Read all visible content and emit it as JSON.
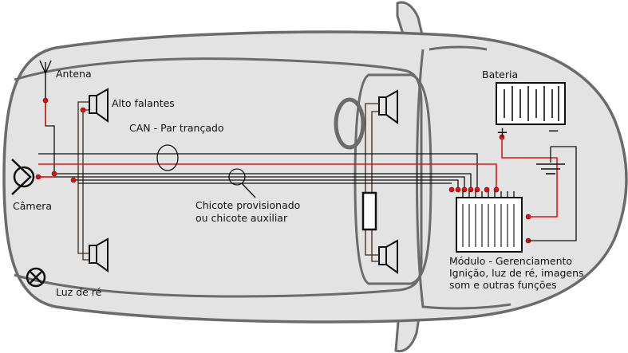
{
  "labels": {
    "antenna": "Antena",
    "speakers": "Alto falantes",
    "can": "CAN - Par trançado",
    "camera": "Câmera",
    "harness_line1": "Chicote provisionado",
    "harness_line2": "ou chicote auxiliar",
    "reverse_light": "Luz de ré",
    "battery": "Bateria",
    "battery_plus": "+",
    "battery_minus": "−",
    "module_line1": "Módulo - Gerenciamento",
    "module_line2": "Ignição, luz de ré, imagens",
    "module_line3": "som e outras funções"
  },
  "colors": {
    "body_fill": "#e3e3e3",
    "body_stroke": "#6b6b6b",
    "can_wire": "#d91a1a",
    "harness_wire": "#111111",
    "speaker_wire": "#3b2a1e",
    "connector_dot": "#e01010"
  }
}
